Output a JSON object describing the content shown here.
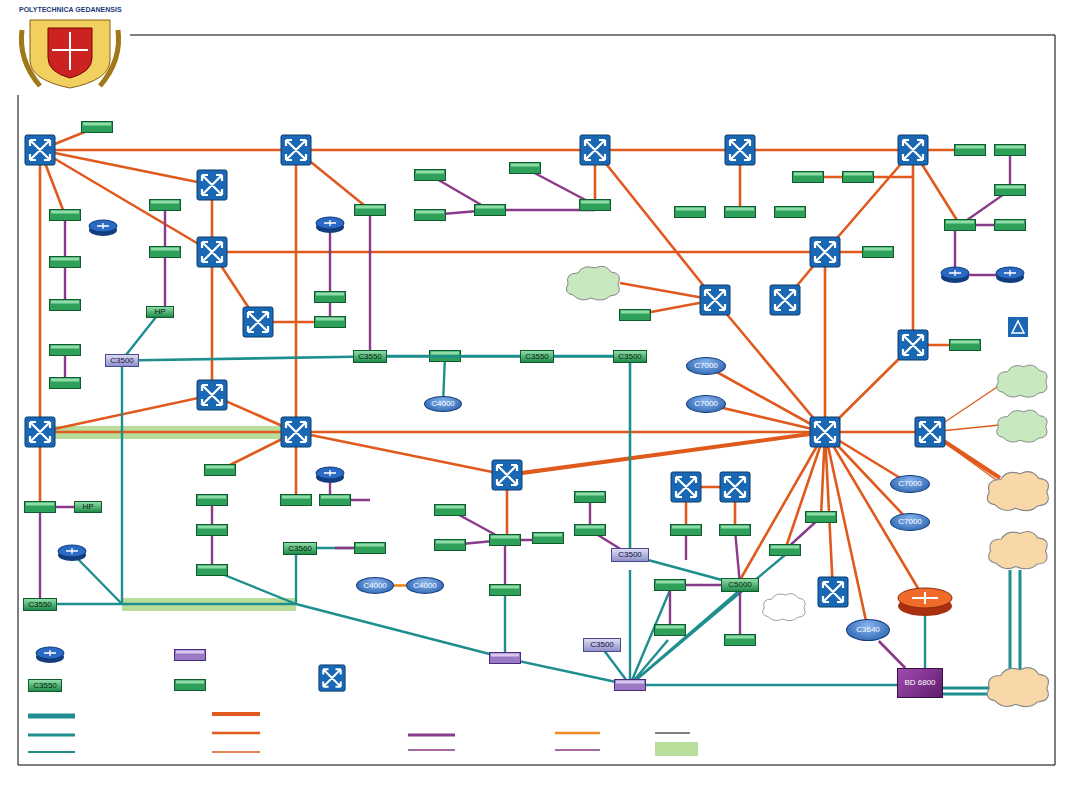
{
  "diagram": {
    "nodes": [
      {
        "text": [
          "C3500"
        ]
      },
      {
        "text": [
          "C3550"
        ]
      },
      {
        "text": [
          "C3550"
        ]
      },
      {
        "text": [
          "C3500"
        ]
      },
      {
        "text": [
          "C4000"
        ]
      },
      {
        "text": [
          "C7000"
        ]
      },
      {
        "text": [
          "C7000"
        ]
      },
      {
        "text": [
          "C7000"
        ]
      },
      {
        "text": [
          "C7000"
        ]
      },
      {
        "text": [
          "C3500"
        ]
      },
      {
        "text": [
          "C5000"
        ]
      },
      {
        "text": [
          "C4000"
        ]
      },
      {
        "text": [
          "C4000"
        ]
      },
      {
        "text": [
          "C3500"
        ]
      },
      {
        "text": [
          "C3640"
        ]
      },
      {
        "text": [
          "BD 6800"
        ]
      },
      {
        "text": [
          "C3550"
        ]
      },
      {
        "text": [
          "C3560"
        ]
      },
      {
        "text": [
          "HP"
        ]
      },
      {
        "text": [
          "HP"
        ]
      },
      {
        "text": [
          "C3550"
        ]
      }
    ],
    "edges": [
      {
        "from": 0,
        "to": 1,
        "arrow": "none"
      },
      {
        "from": 1,
        "to": 2,
        "arrow": "none"
      },
      {
        "from": 2,
        "to": 3,
        "arrow": "none"
      },
      {
        "from": 3,
        "to": 9,
        "arrow": "none"
      },
      {
        "from": 11,
        "to": 12,
        "arrow": "none"
      },
      {
        "from": 9,
        "to": 10,
        "arrow": "none"
      },
      {
        "from": 14,
        "to": 15,
        "arrow": "none"
      }
    ],
    "labels": [
      "POLYTECHNICA GEDANENSIS"
    ]
  }
}
